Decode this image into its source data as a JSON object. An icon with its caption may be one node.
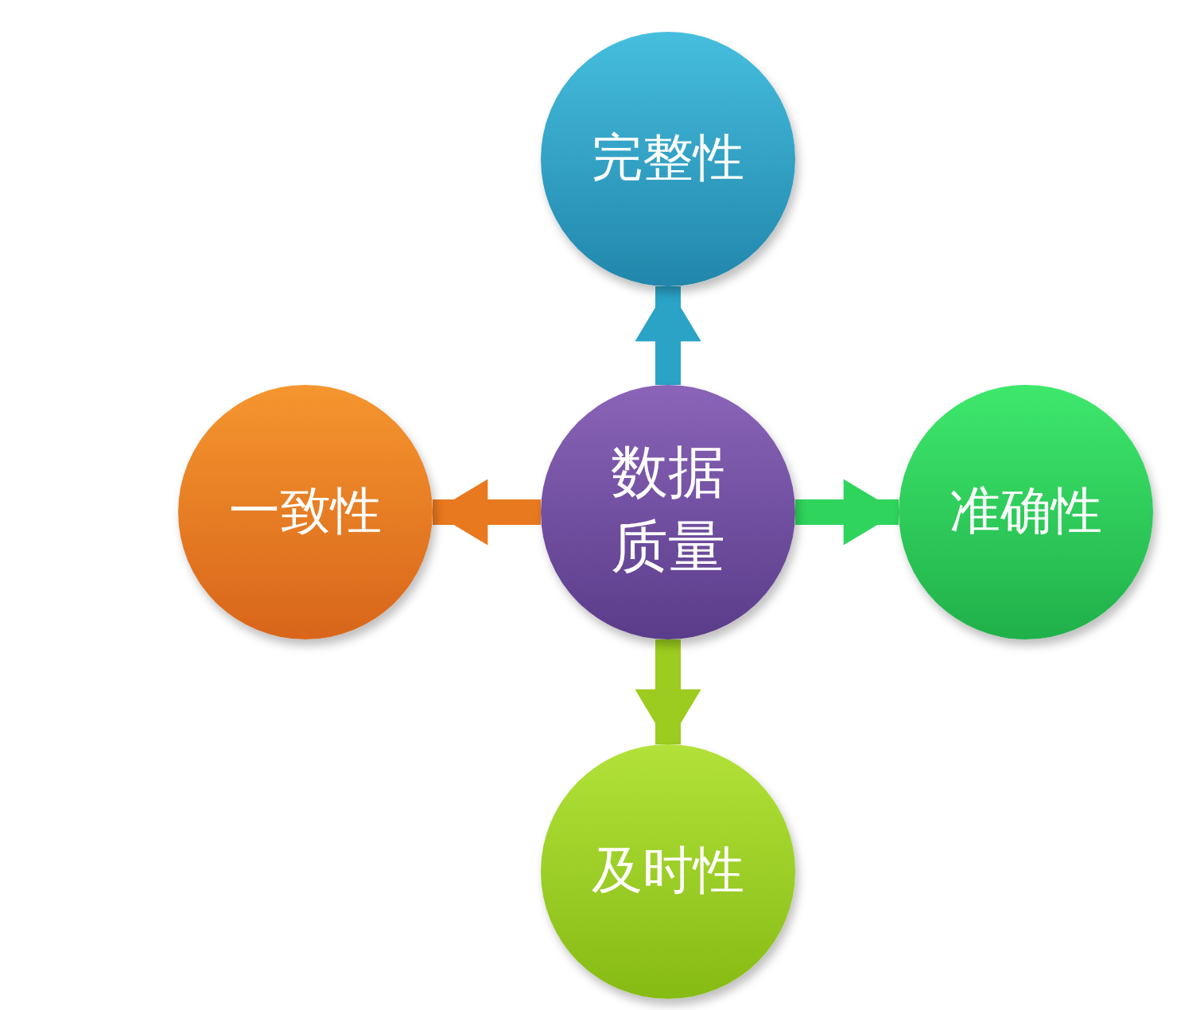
{
  "diagram": {
    "nodes": [
      {
        "text": [
          "数据质量"
        ]
      },
      {
        "text": [
          "完整性"
        ]
      },
      {
        "text": [
          "一致性"
        ]
      },
      {
        "text": [
          "准确性"
        ]
      },
      {
        "text": [
          "及时性"
        ]
      }
    ],
    "edges": [
      {
        "from": 0,
        "to": 1,
        "arrow": "to",
        "color": "#2aa3c6"
      },
      {
        "from": 0,
        "to": 2,
        "arrow": "to",
        "color": "#e8791f"
      },
      {
        "from": 0,
        "to": 3,
        "arrow": "to",
        "color": "#2fd45c"
      },
      {
        "from": 0,
        "to": 4,
        "arrow": "to",
        "color": "#9ccc1f"
      }
    ]
  }
}
